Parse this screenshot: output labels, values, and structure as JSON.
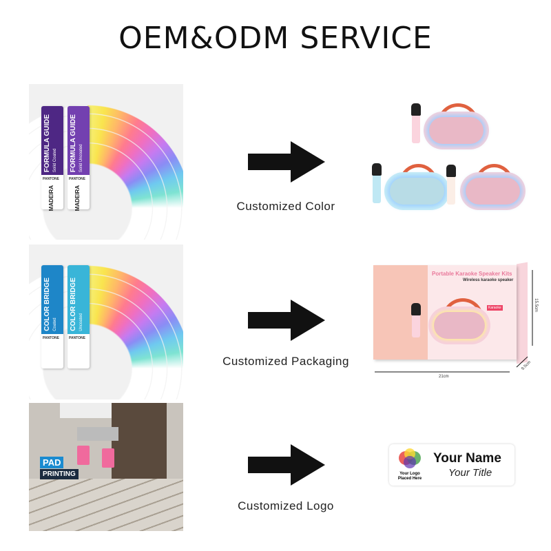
{
  "title": "OEM&ODM SERVICE",
  "rows": [
    {
      "label": "Customized Color"
    },
    {
      "label": "Customized Packaging"
    },
    {
      "label": "Customized Logo"
    }
  ],
  "swatch1": {
    "name": "FORMULA GUIDE",
    "sub_a": "Solid Coated",
    "sub_b": "Solid Uncoated",
    "brand": "PANTONE",
    "logo": "MADEIRA",
    "color": "#5b2b8c"
  },
  "swatch2": {
    "name": "COLOR BRIDGE",
    "sub_a": "Coated",
    "sub_b": "Uncoated",
    "brand": "PANTONE",
    "color": "#1f8fcf"
  },
  "pad": {
    "line1": "PAD",
    "line2": "PRINTING"
  },
  "box": {
    "title": "Portable Karaoke Speaker Kits",
    "subtitle": "Wireless karaoke speaker",
    "tag": "Karaoke",
    "width": "21cm",
    "height": "15.5cm",
    "depth": "9.5cm"
  },
  "badge": {
    "name": "Your Name",
    "role": "Your Title",
    "logo_line1": "Your Logo",
    "logo_line2": "Placed Here"
  }
}
